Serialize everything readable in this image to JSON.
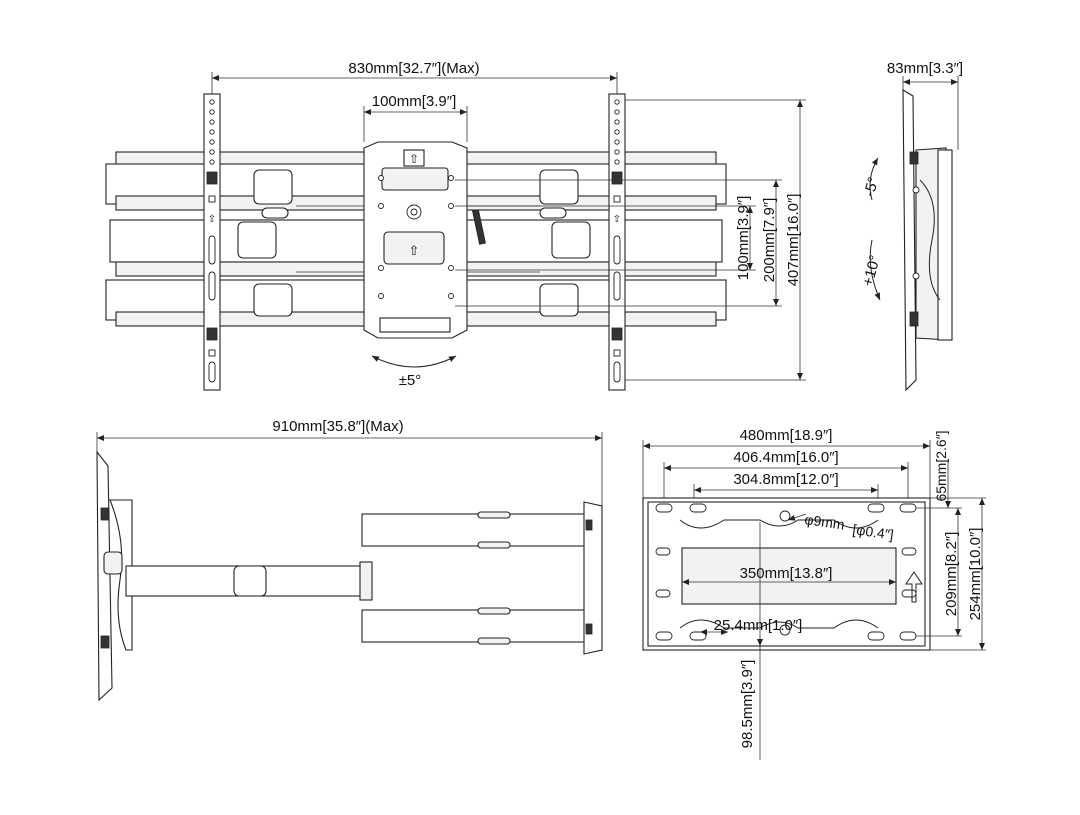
{
  "labels": {
    "front_width_max": "830mm[32.7″](Max)",
    "center_plate_width": "100mm[3.9″]",
    "v100": "100mm[3.9″]",
    "v200": "200mm[7.9″]",
    "v407": "407mm[16.0″]",
    "swivel": "±5°",
    "side_depth": "83mm[3.3″]",
    "tilt_up": "-5°",
    "tilt_down": "+10°",
    "extension_max": "910mm[35.8″](Max)",
    "wall_480": "480mm[18.9″]",
    "wall_406": "406.4mm[16.0″]",
    "wall_304": "304.8mm[12.0″]",
    "wall_65": "65mm[2.6″]",
    "hole_dia_a": "φ9mm",
    "hole_dia_b": "[φ0.4″]",
    "wall_350": "350mm[13.8″]",
    "wall_209": "209mm[8.2″]",
    "wall_254": "254mm[10.0″]",
    "wall_25": "25.4mm[1.0″]",
    "wall_98": "98.5mm[3.9″]"
  },
  "icons": [
    "up-arrow-icon",
    "swivel-arrow-icon",
    "tilt-arrow-icon"
  ]
}
